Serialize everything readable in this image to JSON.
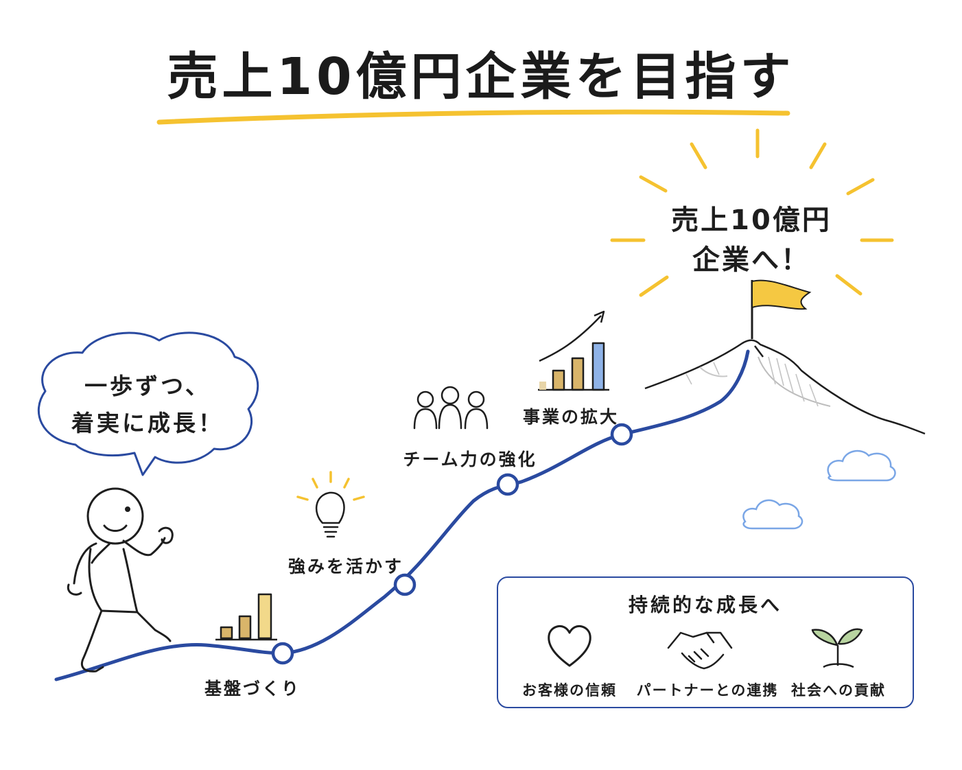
{
  "title": "売上10億円企業を目指す",
  "speech_bubble": {
    "line1": "一歩ずつ、",
    "line2": "着実に成長！"
  },
  "goal": {
    "line1": "売上10億円",
    "line2": "企業へ！"
  },
  "milestones": [
    {
      "label": "基盤づくり",
      "icon": "bar-chart-icon"
    },
    {
      "label": "強みを活かす",
      "icon": "lightbulb-icon"
    },
    {
      "label": "チーム力の強化",
      "icon": "team-icon"
    },
    {
      "label": "事業の拡大",
      "icon": "growth-chart-icon"
    }
  ],
  "sustain_panel": {
    "title": "持続的な成長へ",
    "items": [
      {
        "label": "お客様の信頼",
        "icon": "heart-icon"
      },
      {
        "label": "パートナーとの連携",
        "icon": "handshake-icon"
      },
      {
        "label": "社会への貢献",
        "icon": "sprout-icon"
      }
    ]
  },
  "colors": {
    "path": "#2a4aa0",
    "accent_yellow": "#f5c230",
    "flag": "#f5c842",
    "cloud": "#7aa6e6",
    "bubble": "#2a4aa0",
    "bar_gold": "#d9b56a",
    "bar_blue": "#8fb3e8"
  }
}
